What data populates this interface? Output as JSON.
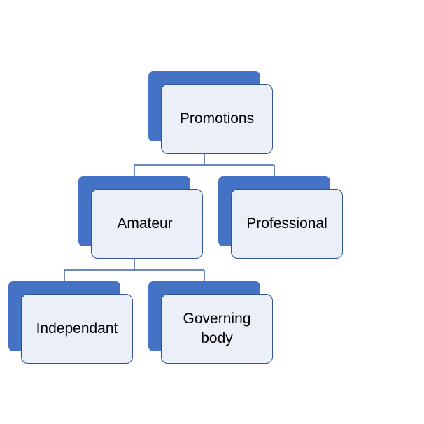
{
  "colors": {
    "dark_box": "#4472c4",
    "light_box": "#eaeff8",
    "border": "#2f5597",
    "connector": "#3b62a8"
  },
  "nodes": {
    "promotions": "Promotions",
    "amateur": "Amateur",
    "professional": "Professional",
    "independant": "Independant",
    "governing_body": "Governing body"
  },
  "edges": [
    [
      "promotions",
      "amateur"
    ],
    [
      "promotions",
      "professional"
    ],
    [
      "amateur",
      "independant"
    ],
    [
      "amateur",
      "governing_body"
    ]
  ]
}
